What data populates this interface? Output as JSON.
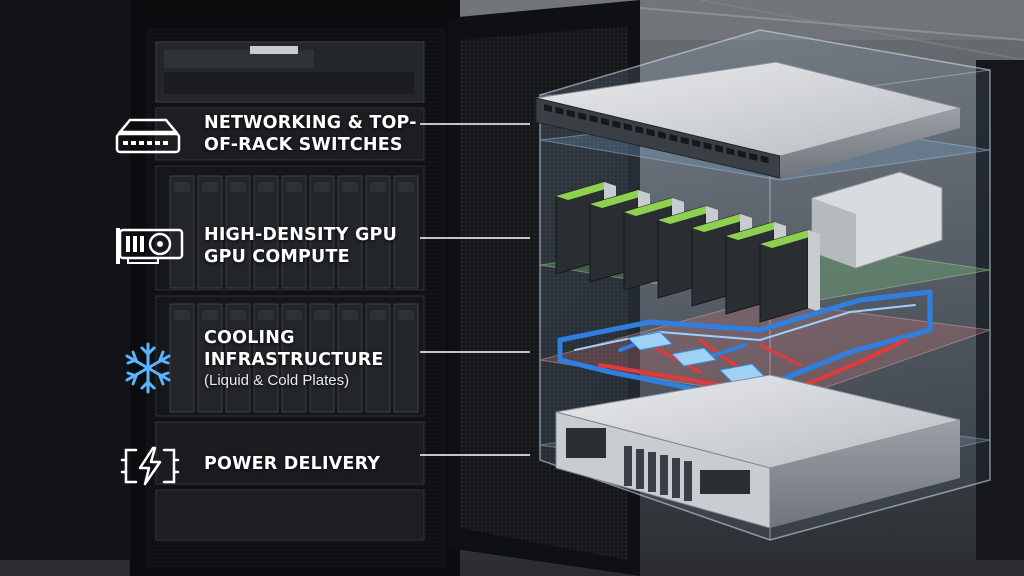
{
  "labels": {
    "networking": {
      "line1": "NETWORKING & TOP-",
      "line2": "OF-RACK SWITCHES",
      "icon": "network-switch-icon"
    },
    "gpu": {
      "line1": "HIGH-DENSITY GPU",
      "line2": "GPU COMPUTE",
      "icon": "gpu-card-icon"
    },
    "cooling": {
      "line1": "COOLING",
      "line2": "INFRASTRUCTURE",
      "sub": "(Liquid & Cold Plates)",
      "icon": "snowflake-icon"
    },
    "power": {
      "line1": "POWER DELIVERY",
      "icon": "power-bolt-icon"
    }
  },
  "colors": {
    "cooling_accent": "#3aa0f0",
    "gpu_accent": "#8fd14f",
    "coolant_hot": "#e23a3a",
    "coolant_cold": "#2f7fe0"
  }
}
